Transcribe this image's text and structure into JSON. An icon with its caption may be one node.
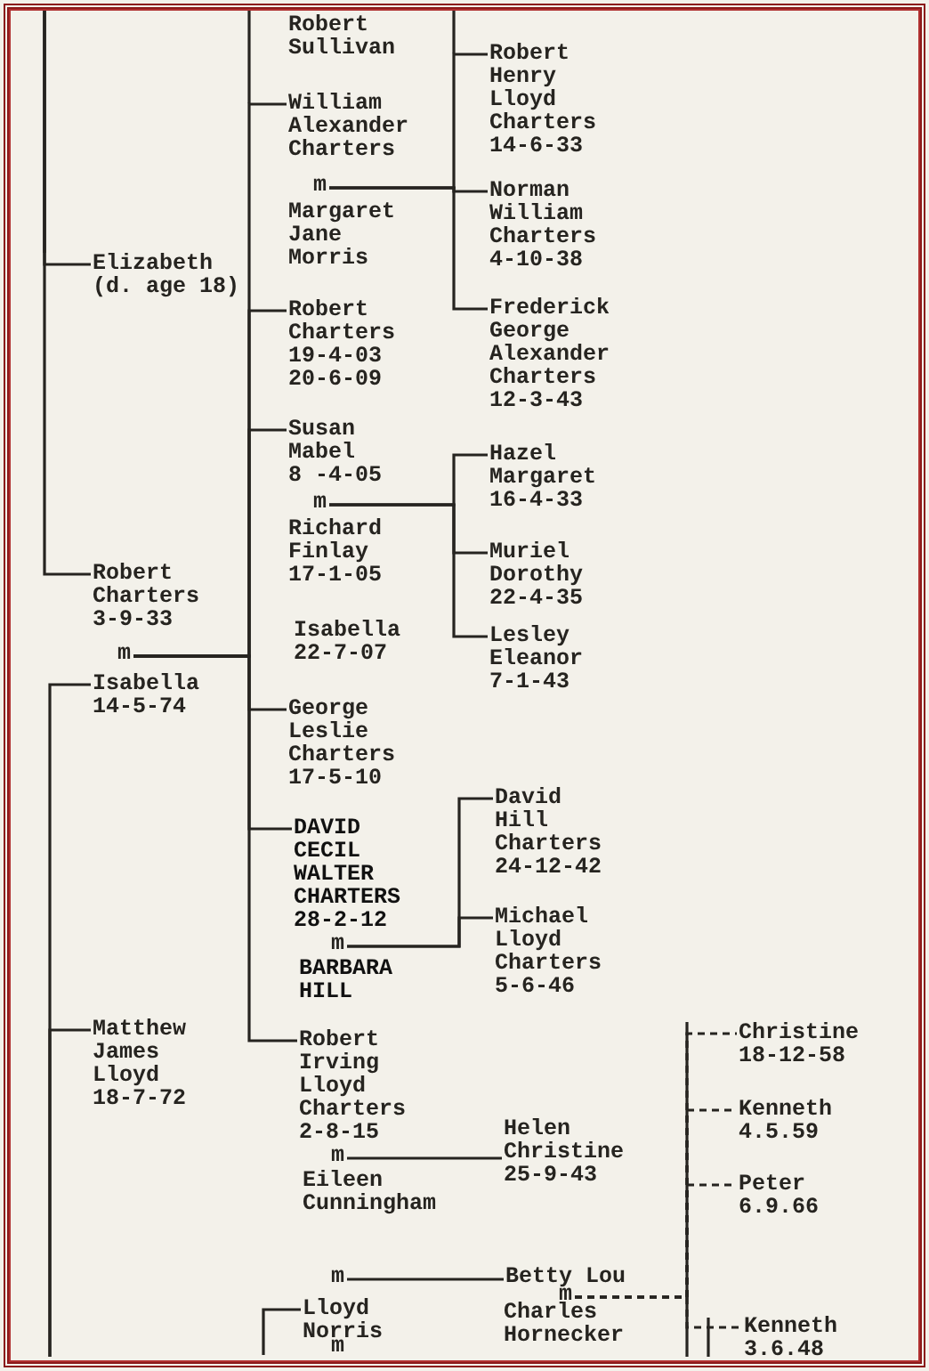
{
  "diagram": {
    "nodes": [
      {
        "text": [
          "Elizabeth (d. age 18)"
        ]
      },
      {
        "text": [
          "Robert Charters 3-9-33"
        ]
      },
      {
        "text": [
          "m"
        ]
      },
      {
        "text": [
          "Isabella 14-5-74"
        ]
      },
      {
        "text": [
          "Matthew James Lloyd 18-7-72"
        ]
      },
      {
        "text": [
          "William Alexander Charters"
        ]
      },
      {
        "text": [
          "m"
        ]
      },
      {
        "text": [
          "Margaret Jane Morris"
        ]
      },
      {
        "text": [
          "Robert Charters 19-4-03 20-6-09"
        ]
      },
      {
        "text": [
          "Susan Mabel",
          "8 -4-05"
        ]
      },
      {
        "text": [
          "m"
        ]
      },
      {
        "text": [
          "Richard Finlay 17-1-05"
        ]
      },
      {
        "text": [
          "George Leslie Charters 17-5-10"
        ]
      },
      {
        "text": [
          "DAVID CECIL WALTER CHARTERS 28-2-12"
        ]
      },
      {
        "text": [
          "m"
        ]
      },
      {
        "text": [
          "BARBARA HILL"
        ]
      },
      {
        "text": [
          "Robert Irving Lloyd Charters 2-8-15"
        ]
      },
      {
        "text": [
          "m"
        ]
      },
      {
        "text": [
          "Eileen Cunningham"
        ]
      },
      {
        "text": [
          "m"
        ]
      },
      {
        "text": [
          "Lloyd Norris"
        ]
      },
      {
        "text": [
          "Robert Henry Lloyd Charters 14-6-33"
        ]
      },
      {
        "text": [
          "Norman William Charters 4-10-38"
        ]
      },
      {
        "text": [
          "Frederick George Alexander Charters 12-3-43"
        ]
      },
      {
        "text": [
          "Hazel Margaret 16-4-33"
        ]
      },
      {
        "text": [
          "Muriel Dorothy 22-4-35"
        ]
      },
      {
        "text": [
          "Lesley Eleanor 7-1-43"
        ]
      },
      {
        "text": [
          "David Hill Charters 24-12-42"
        ]
      },
      {
        "text": [
          "Michael Lloyd Charters 5-6-46"
        ]
      },
      {
        "text": [
          "Helen Christine 25-9-43"
        ]
      },
      {
        "text": [
          "Betty Lou"
        ]
      },
      {
        "text": [
          "m"
        ]
      },
      {
        "text": [
          "Charles Hornecker"
        ]
      },
      {
        "text": [
          "Christine 18-12-58"
        ]
      },
      {
        "text": [
          "Kenneth 4.5.59"
        ]
      },
      {
        "text": [
          "Peter 6.9.66"
        ]
      },
      {
        "text": [
          "Kenneth 3.6.48"
        ]
      }
    ],
    "edges": [
      {
        "from": null,
        "to": 0,
        "arrow": "none"
      },
      {
        "from": null,
        "to": 1,
        "arrow": "none"
      },
      {
        "from": 2,
        "to": 5,
        "arrow": "none"
      },
      {
        "from": 2,
        "to": 8,
        "arrow": "none"
      },
      {
        "from": 2,
        "to": 9,
        "arrow": "none"
      },
      {
        "from": 2,
        "to": 12,
        "arrow": "none"
      },
      {
        "from": 2,
        "to": 13,
        "arrow": "none"
      },
      {
        "from": 2,
        "to": 16,
        "arrow": "none"
      },
      {
        "from": null,
        "to": 3,
        "arrow": "none"
      },
      {
        "from": null,
        "to": 4,
        "arrow": "none"
      },
      {
        "from": 6,
        "to": 21,
        "arrow": "none"
      },
      {
        "from": 6,
        "to": 22,
        "arrow": "none"
      },
      {
        "from": 6,
        "to": 23,
        "arrow": "none"
      },
      {
        "from": 10,
        "to": 24,
        "arrow": "none"
      },
      {
        "from": 10,
        "to": 25,
        "arrow": "none"
      },
      {
        "from": 10,
        "to": 26,
        "arrow": "none"
      },
      {
        "from": 14,
        "to": 27,
        "arrow": "none"
      },
      {
        "from": 14,
        "to": 28,
        "arrow": "none"
      },
      {
        "from": 17,
        "to": 29,
        "arrow": "none"
      },
      {
        "from": 19,
        "to": 30,
        "arrow": "none"
      },
      {
        "from": null,
        "to": 20,
        "arrow": "none"
      },
      {
        "from": 31,
        "to": 33,
        "arrow": "none",
        "style": "dashed"
      },
      {
        "from": 31,
        "to": 34,
        "arrow": "none",
        "style": "dashed"
      },
      {
        "from": 31,
        "to": 35,
        "arrow": "none",
        "style": "dashed"
      },
      {
        "from": 31,
        "to": 36,
        "arrow": "none",
        "style": "dashed"
      }
    ],
    "labels": [
      "Robert Sullivan",
      "Isabella 22-7-07",
      "m"
    ]
  }
}
